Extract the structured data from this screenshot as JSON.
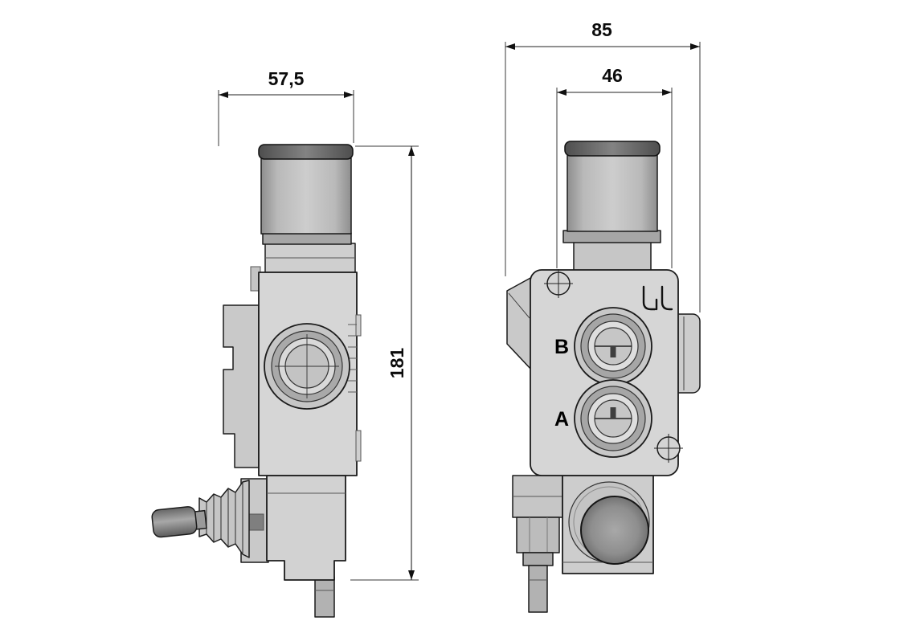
{
  "dimensions": {
    "side_width": "57,5",
    "overall_width": "85",
    "inner_width": "46",
    "height": "181"
  },
  "port_labels": {
    "b": "B",
    "a": "A"
  },
  "colors": {
    "background": "#ffffff",
    "outline": "#1b1b1b",
    "body_fill": "#d6d6d6",
    "attachment_fill": "#c9c9c9",
    "knob_fill": "#b5b5b5",
    "cap_fill": "#686868",
    "dark_knob_fill": "#8e8e8e",
    "port_ring_fill": "#a6a6a6",
    "dimension_text": "#0c0c0c"
  }
}
